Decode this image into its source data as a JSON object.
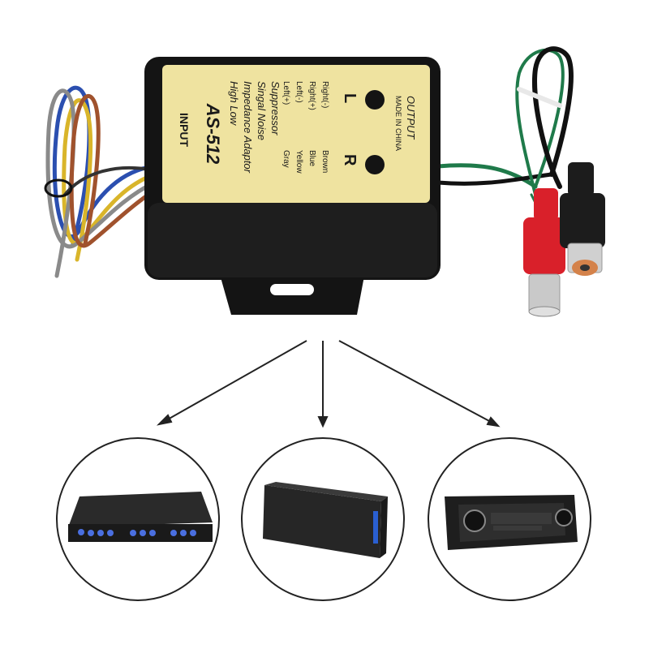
{
  "device": {
    "model": "AS-512",
    "desc_line1": "High Low",
    "desc_line2": "Impedance Adaptor",
    "desc_line3": "Singal Noise",
    "desc_line4": "Suppressor",
    "input_label": "INPUT",
    "output_label": "OUTPUT",
    "made_in": "MADE IN CHINA",
    "channel_left": "L",
    "channel_right": "R",
    "wire_colors": [
      "Gray",
      "Yellow",
      "Blue",
      "Brown"
    ],
    "wire_channels": [
      "Left(+)",
      "Left(-)",
      "Right(+)",
      "Right(-)"
    ]
  },
  "colors": {
    "label_face": "#efe3a0",
    "housing": "#141414",
    "rca_red": "#d9202a",
    "rca_black": "#1c1c1c",
    "wire_blue": "#2b4fb0",
    "wire_yellow": "#d9b52a",
    "wire_gray": "#8a8a8a",
    "wire_brown": "#a0522d",
    "wire_green": "#1f7a4a"
  },
  "targets": [
    {
      "icon": "equalizer-icon"
    },
    {
      "icon": "amplifier-icon"
    },
    {
      "icon": "car-stereo-icon"
    }
  ]
}
